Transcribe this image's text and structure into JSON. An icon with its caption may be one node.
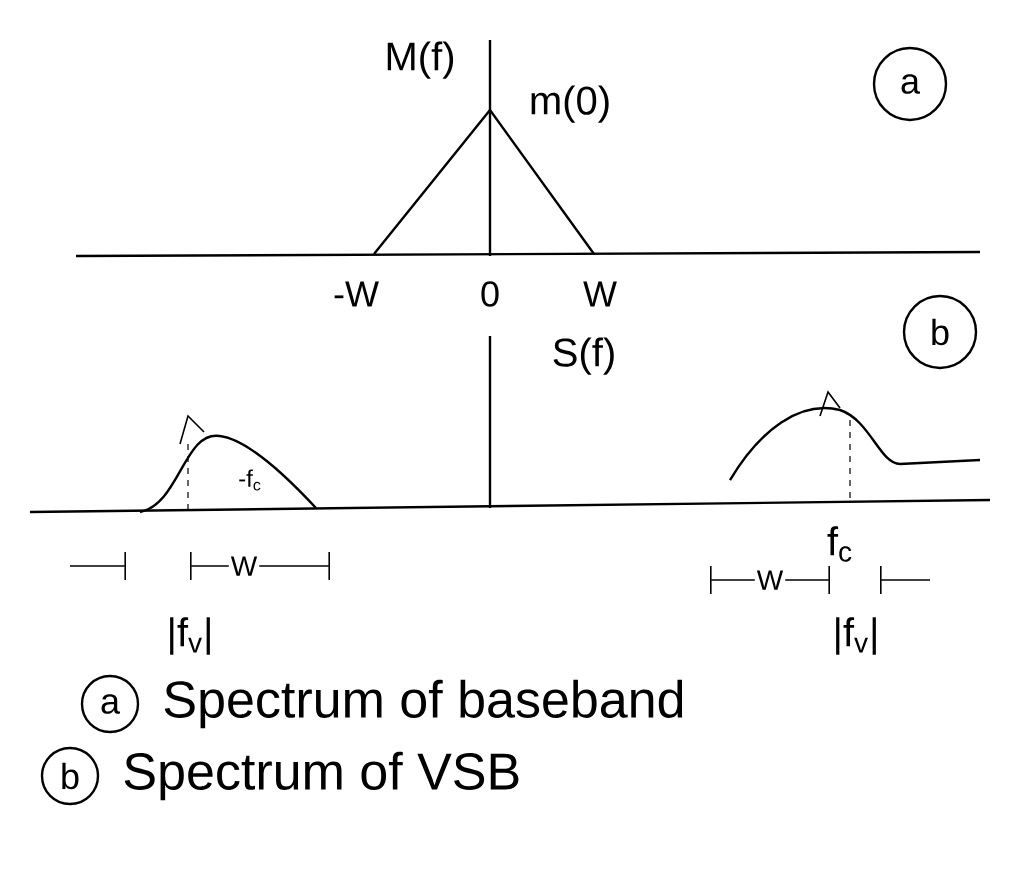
{
  "diagram": {
    "nodes": [
      {
        "text": [
          "a"
        ]
      },
      {
        "text": [
          "b"
        ]
      },
      {
        "text": [
          "a"
        ],
        "beside": [
          "Spectrum of baseband"
        ]
      },
      {
        "text": [
          "b"
        ],
        "beside": [
          "Spectrum of VSB"
        ]
      }
    ],
    "labels": [
      "M(f)",
      "m(0)",
      "-W",
      "0",
      "W",
      "S(f)",
      "-f$_{c}$",
      "W",
      "f$_{c}$",
      "|f$_{v}$|",
      "W",
      "|f$_{v}$|"
    ]
  }
}
